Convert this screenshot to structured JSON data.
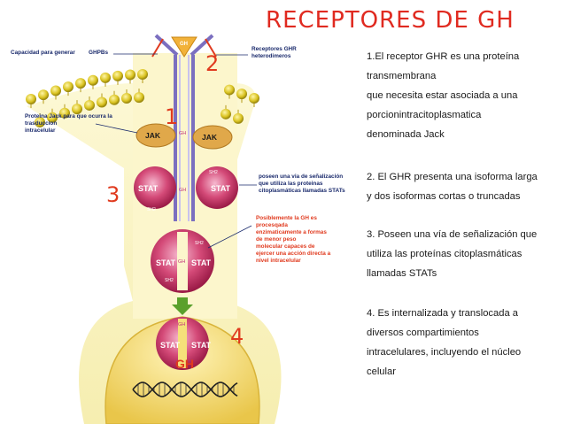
{
  "title": "RECEPTORES DE GH",
  "descriptions": [
    {
      "lines": [
        "1.El receptor GHR es una proteína",
        "transmembrana",
        "que necesita estar asociada a una",
        "porcionintracitoplasmatica",
        "denominada Jack"
      ]
    },
    {
      "lines": [
        "2. El GHR presenta una isoforma larga",
        "y dos isoformas cortas o truncadas"
      ]
    },
    {
      "lines": [
        "3. Poseen una vía de señalización que",
        "utiliza las proteínas citoplasmáticas",
        "llamadas STATs"
      ]
    },
    {
      "lines": [
        "4. Es internalizada y translocada a",
        "diversos compartimientos",
        "intracelulares, incluyendo el núcleo",
        "celular"
      ]
    }
  ],
  "diagram": {
    "labels": {
      "capacidad": "Capacidad para generar",
      "ghbps": "GHPBs",
      "receptores_1": "Receptores GHR",
      "receptores_2": "heterodimeros",
      "jack_1": "Proteina Jack para que ocurra la",
      "jack_2": "trasduccion",
      "jack_3": "intracelular",
      "senal_1": "poseen una via de señalización",
      "senal_2": "que utiliza las proteinas",
      "senal_3": "citoplasmáticas llamadas STATs",
      "proc_1": "Posiblemente la GH es",
      "proc_2": "procesqada",
      "proc_3": "enzimaticamente a formas",
      "proc_4": "de menor peso",
      "proc_5": "molecular capaces de",
      "proc_6": "ejercer una acción directa a",
      "proc_7": "nivel intracelular"
    },
    "numbers": {
      "n1": "1",
      "n2": "2",
      "n3": "3",
      "n4": "4"
    },
    "molecules": {
      "gh": "GH",
      "jak": "JAK",
      "stat": "STAT",
      "sh2": "SH2",
      "gh_nucleus": "GH"
    },
    "colors": {
      "title": "#e02a20",
      "number": "#e03a1e",
      "label": "#1a2a6c",
      "lipid_head": "#d9c21f",
      "cytoplasm": "#fbf6c8",
      "receptor": "#7b6fc0",
      "jak": "#e0a84a",
      "stat": "#c8305a",
      "nucleus": "#f5e07a"
    }
  }
}
